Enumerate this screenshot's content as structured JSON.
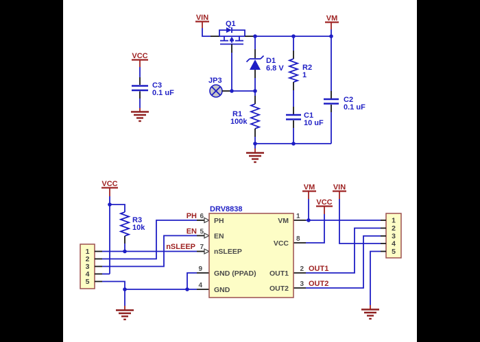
{
  "nets": {
    "vin": "VIN",
    "vm": "VM",
    "vcc": "VCC",
    "ph": "PH",
    "en": "EN",
    "nsleep": "nSLEEP",
    "out1": "OUT1",
    "out2": "OUT2"
  },
  "components": {
    "q1": {
      "ref": "Q1"
    },
    "d1": {
      "ref": "D1",
      "value": "6.8 V"
    },
    "jp3": {
      "ref": "JP3"
    },
    "r1": {
      "ref": "R1",
      "value": "100k"
    },
    "r2": {
      "ref": "R2",
      "value": "1"
    },
    "r3": {
      "ref": "R3",
      "value": "10k"
    },
    "c1": {
      "ref": "C1",
      "value": "10 uF"
    },
    "c2": {
      "ref": "C2",
      "value": "0.1 uF"
    },
    "c3": {
      "ref": "C3",
      "value": "0.1 uF"
    },
    "u1": {
      "ref": "DRV8838"
    }
  },
  "ic_pins": {
    "left": [
      {
        "name": "PH",
        "number": "6"
      },
      {
        "name": "EN",
        "number": "5"
      },
      {
        "name": "nSLEEP",
        "number": "7"
      },
      {
        "name": "GND (PPAD)",
        "number": "9"
      },
      {
        "name": "GND",
        "number": "4"
      }
    ],
    "right": [
      {
        "name": "VM",
        "number": "1"
      },
      {
        "name": "VCC",
        "number": "8"
      },
      {
        "name": "OUT1",
        "number": "2"
      },
      {
        "name": "OUT2",
        "number": "3"
      }
    ]
  },
  "connectors": {
    "left": {
      "pins": [
        "1",
        "2",
        "3",
        "4",
        "5"
      ]
    },
    "right": {
      "pins": [
        "1",
        "2",
        "3",
        "4",
        "5"
      ]
    }
  },
  "colors": {
    "wire": "#1e1ec4",
    "net_label": "#9e2222",
    "ground": "#8e1f1f",
    "pin_text": "#4a4a4a",
    "symbol_fill": "#fdfdc6",
    "symbol_border": "#9c4f4f",
    "jumper_fill": "#c6c6c6",
    "canvas": "#ffffff",
    "letterbox": "#000000"
  }
}
